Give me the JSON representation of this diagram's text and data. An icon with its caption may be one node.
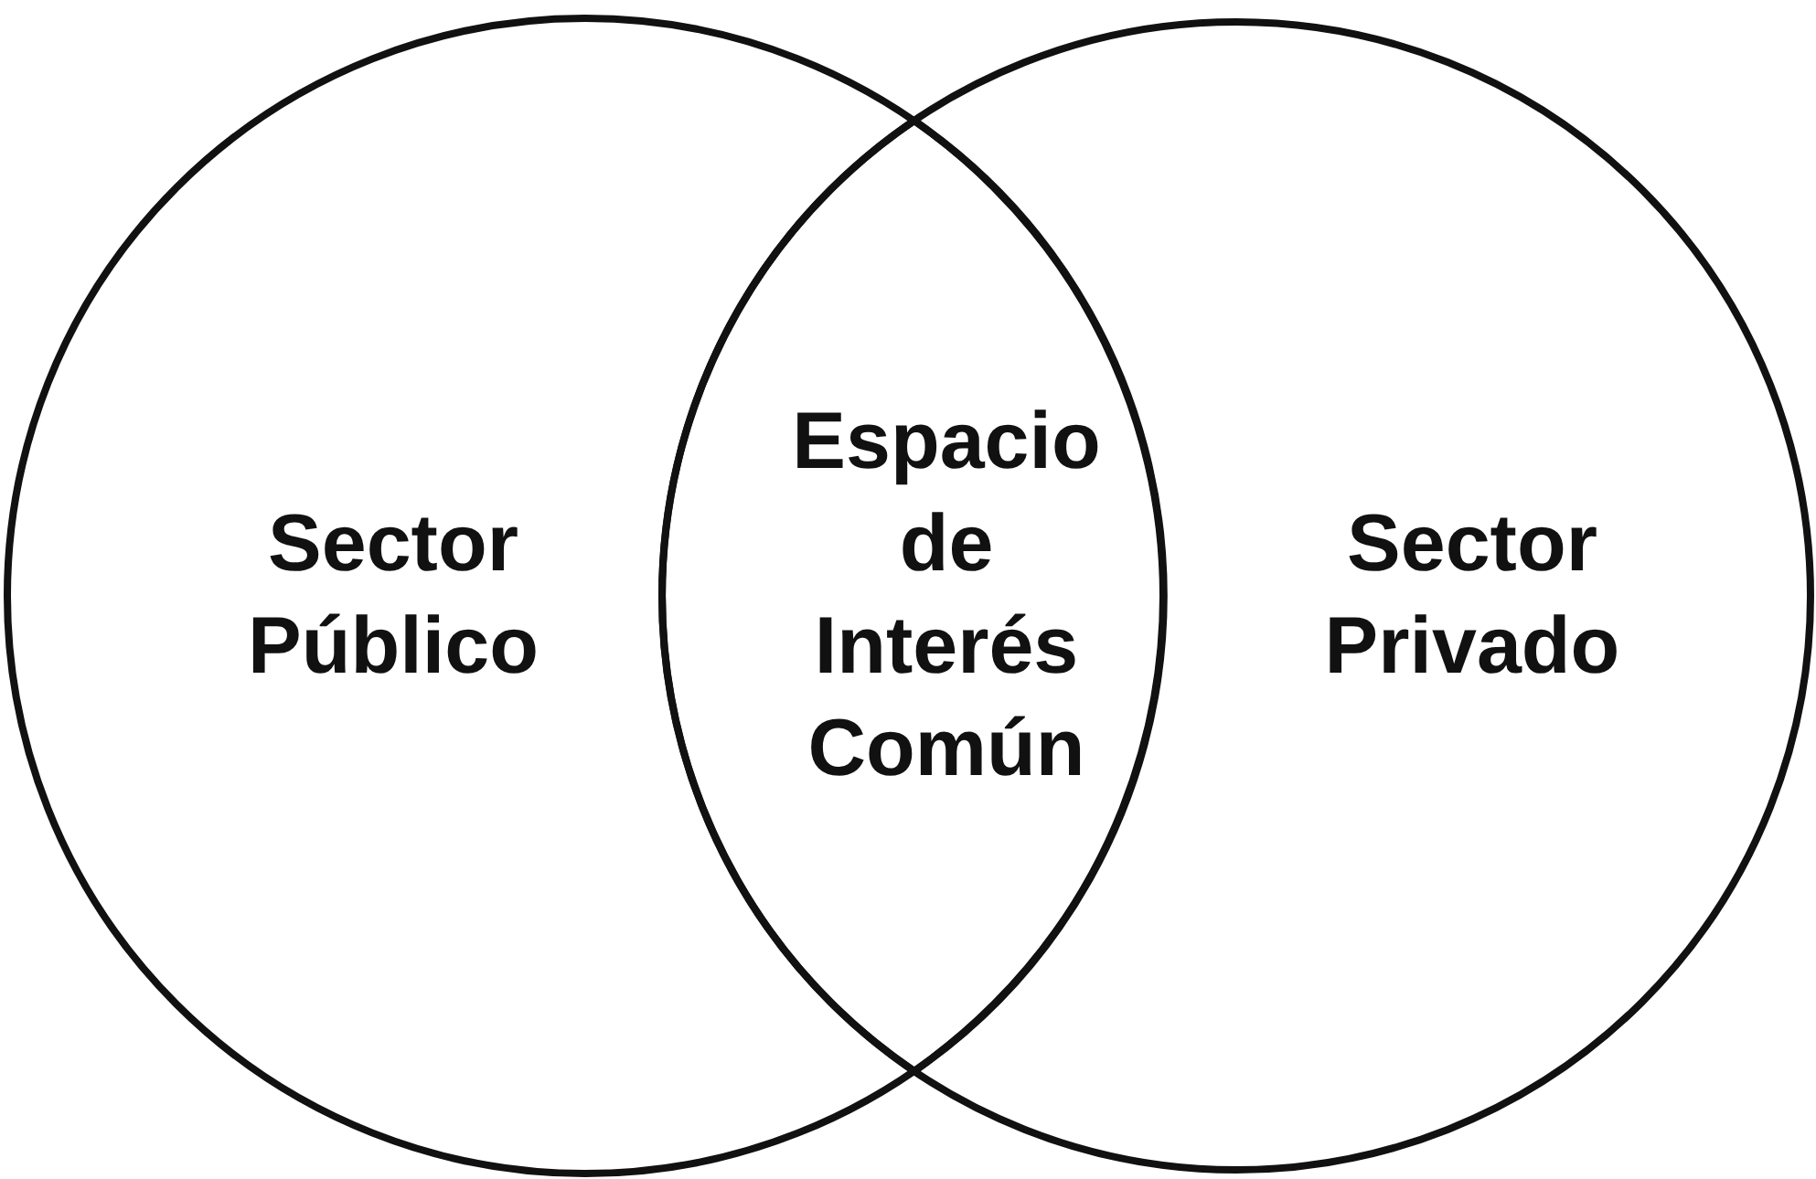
{
  "diagram": {
    "nodes": [
      {
        "text": [
          "Sector Público"
        ]
      },
      {
        "text": [
          "Espacio de Interés Común"
        ]
      },
      {
        "text": [
          "Sector Privado"
        ]
      }
    ]
  }
}
